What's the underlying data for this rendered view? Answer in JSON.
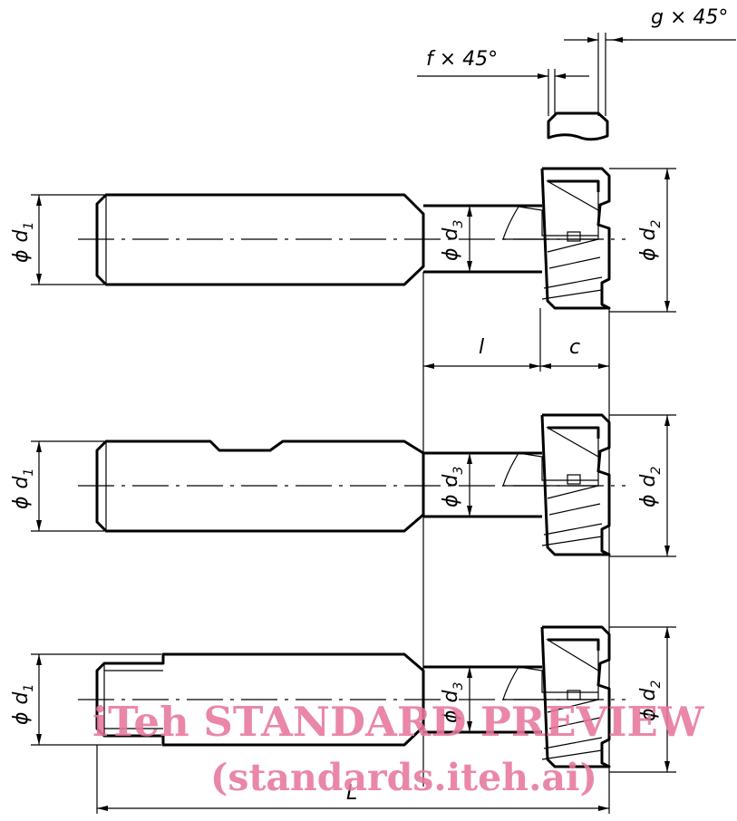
{
  "labels": {
    "chamfer_g": "g × 45°",
    "chamfer_f": "f × 45°",
    "phi": "ϕ",
    "d": "d",
    "d1_sub": "1",
    "d2_sub": "2",
    "d3_sub": "3",
    "l": "l",
    "c": "c",
    "L": "L"
  },
  "watermark": {
    "line1": "iTeh STANDARD PREVIEW",
    "line2": "(standards.iteh.ai)"
  },
  "colors": {
    "lines": "#000000",
    "watermark": "#e8779e"
  }
}
